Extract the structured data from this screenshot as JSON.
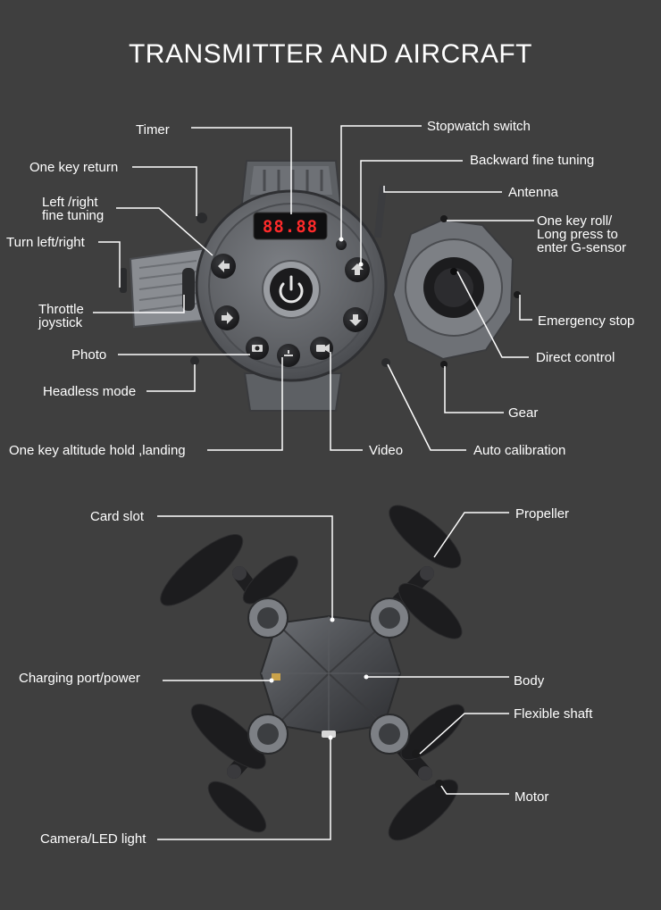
{
  "title": "TRANSMITTER AND AIRCRAFT",
  "transmitter": {
    "display": "88.88",
    "labels": {
      "timer": "Timer",
      "stopwatch_switch": "Stopwatch switch",
      "one_key_return": "One key return",
      "backward_fine_tuning": "Backward fine tuning",
      "left_right_fine_tuning": "Left /right\nfine tuning",
      "antenna": "Antenna",
      "one_key_roll": "One key roll/\nLong press to\nenter G-sensor",
      "turn_left_right": "Turn left/right",
      "emergency_stop": "Emergency stop",
      "throttle_joystick": "Throttle\njoystick",
      "photo": "Photo",
      "direct_control": "Direct control",
      "headless_mode": "Headless mode",
      "gear": "Gear",
      "one_key_altitude_hold": "One key altitude hold  ,landing",
      "video": "Video",
      "auto_calibration": "Auto calibration"
    }
  },
  "aircraft": {
    "labels": {
      "card_slot": "Card slot",
      "propeller": "Propeller",
      "charging_port": "Charging port/power",
      "body": "Body",
      "flexible_shaft": "Flexible shaft",
      "motor": "Motor",
      "camera_led": "Camera/LED light"
    }
  },
  "colors": {
    "background": "#3f3f3f",
    "leader_line": "#ffffff",
    "led_digits": "#ff2a2a",
    "device_body": "#6b6e73",
    "propeller": "#1c1c1e"
  }
}
